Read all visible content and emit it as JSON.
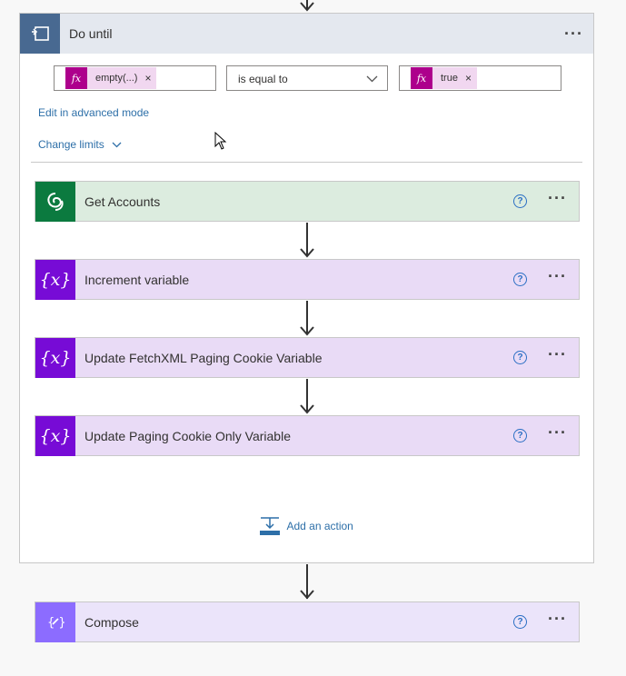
{
  "do_until": {
    "title": "Do until",
    "more": "···",
    "condition": {
      "left_token": "empty(...)",
      "operator": "is equal to",
      "right_token": "true",
      "fx_label": "fx",
      "remove": "×"
    },
    "edit_advanced": "Edit in advanced mode",
    "change_limits": "Change limits"
  },
  "actions": [
    {
      "title": "Get Accounts",
      "help": "?",
      "more": "···",
      "color": "#dcecdf",
      "icon_color": "#0b7a3f",
      "icon": "dataverse-icon"
    },
    {
      "title": "Increment variable",
      "help": "?",
      "more": "···",
      "color": "#e9dbf6",
      "icon_color": "#770bd6",
      "icon": "variable-icon",
      "icon_text": "{x}"
    },
    {
      "title": "Update FetchXML Paging Cookie Variable",
      "help": "?",
      "more": "···",
      "color": "#e9dbf6",
      "icon_color": "#770bd6",
      "icon": "variable-icon",
      "icon_text": "{x}"
    },
    {
      "title": "Update Paging Cookie Only Variable",
      "help": "?",
      "more": "···",
      "color": "#e9dbf6",
      "icon_color": "#770bd6",
      "icon": "variable-icon",
      "icon_text": "{x}"
    }
  ],
  "add_action": "Add an action",
  "compose": {
    "title": "Compose",
    "help": "?",
    "more": "···",
    "color": "#ebe4fa",
    "icon_color": "#8c6cff",
    "icon": "compose-icon"
  }
}
